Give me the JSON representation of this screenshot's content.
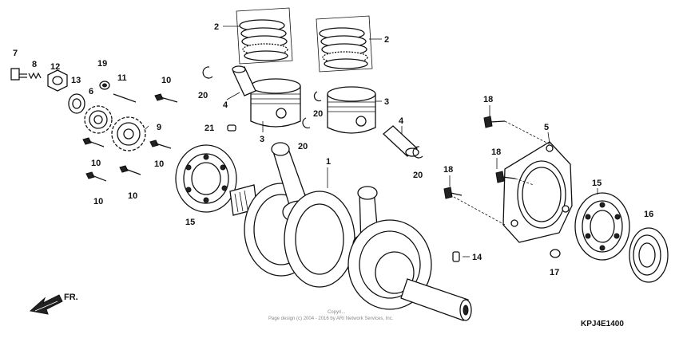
{
  "diagram": {
    "callouts": [
      {
        "id": "c1",
        "text": "1"
      },
      {
        "id": "c2a",
        "text": "2"
      },
      {
        "id": "c2b",
        "text": "2"
      },
      {
        "id": "c3a",
        "text": "3"
      },
      {
        "id": "c3b",
        "text": "3"
      },
      {
        "id": "c4a",
        "text": "4"
      },
      {
        "id": "c4b",
        "text": "4"
      },
      {
        "id": "c5",
        "text": "5"
      },
      {
        "id": "c6",
        "text": "6"
      },
      {
        "id": "c7",
        "text": "7"
      },
      {
        "id": "c8",
        "text": "8"
      },
      {
        "id": "c9",
        "text": "9"
      },
      {
        "id": "c10a",
        "text": "10"
      },
      {
        "id": "c10b",
        "text": "10"
      },
      {
        "id": "c10c",
        "text": "10"
      },
      {
        "id": "c10d",
        "text": "10"
      },
      {
        "id": "c10e",
        "text": "10"
      },
      {
        "id": "c11",
        "text": "11"
      },
      {
        "id": "c12",
        "text": "12"
      },
      {
        "id": "c13",
        "text": "13"
      },
      {
        "id": "c14",
        "text": "14"
      },
      {
        "id": "c15a",
        "text": "15"
      },
      {
        "id": "c15b",
        "text": "15"
      },
      {
        "id": "c16",
        "text": "16"
      },
      {
        "id": "c17",
        "text": "17"
      },
      {
        "id": "c18a",
        "text": "18"
      },
      {
        "id": "c18b",
        "text": "18"
      },
      {
        "id": "c18c",
        "text": "18"
      },
      {
        "id": "c19",
        "text": "19"
      },
      {
        "id": "c20a",
        "text": "20"
      },
      {
        "id": "c20b",
        "text": "20"
      },
      {
        "id": "c20c",
        "text": "20"
      },
      {
        "id": "c20d",
        "text": "20"
      },
      {
        "id": "c21",
        "text": "21"
      }
    ],
    "diagram_code": "KPJ4E1400",
    "direction_label": "FR.",
    "copyright_line1": "Copyri...",
    "copyright_line2": "Page design (c) 2004 - 2016 by ARI Network Services, Inc."
  }
}
